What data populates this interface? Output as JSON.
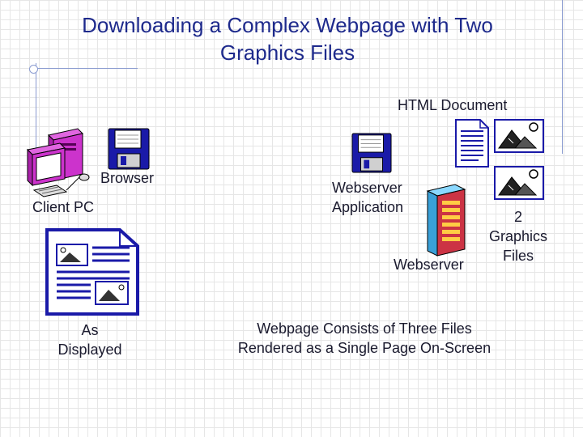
{
  "title_line1": "Downloading a Complex Webpage with Two",
  "title_line2": "Graphics Files",
  "labels": {
    "html_document": "HTML Document",
    "browser": "Browser",
    "client_pc": "Client PC",
    "webserver_app_line1": "Webserver",
    "webserver_app_line2": "Application",
    "graphics_line1": "2",
    "graphics_line2": "Graphics",
    "graphics_line3": "Files",
    "webserver": "Webserver",
    "as_displayed_line1": "As",
    "as_displayed_line2": "Displayed",
    "caption_line1": "Webpage Consists of Three Files",
    "caption_line2": "Rendered as a Single Page On-Screen"
  },
  "icons": [
    "computer-icon",
    "floppy-disk-icon",
    "document-icon",
    "image-file-icon",
    "server-tower-icon",
    "rendered-page-icon"
  ],
  "colors": {
    "title": "#1e2a8c",
    "accent_blue": "#1e2aa8",
    "magenta": "#cc33cc",
    "floppy": "#1a1aa8"
  }
}
